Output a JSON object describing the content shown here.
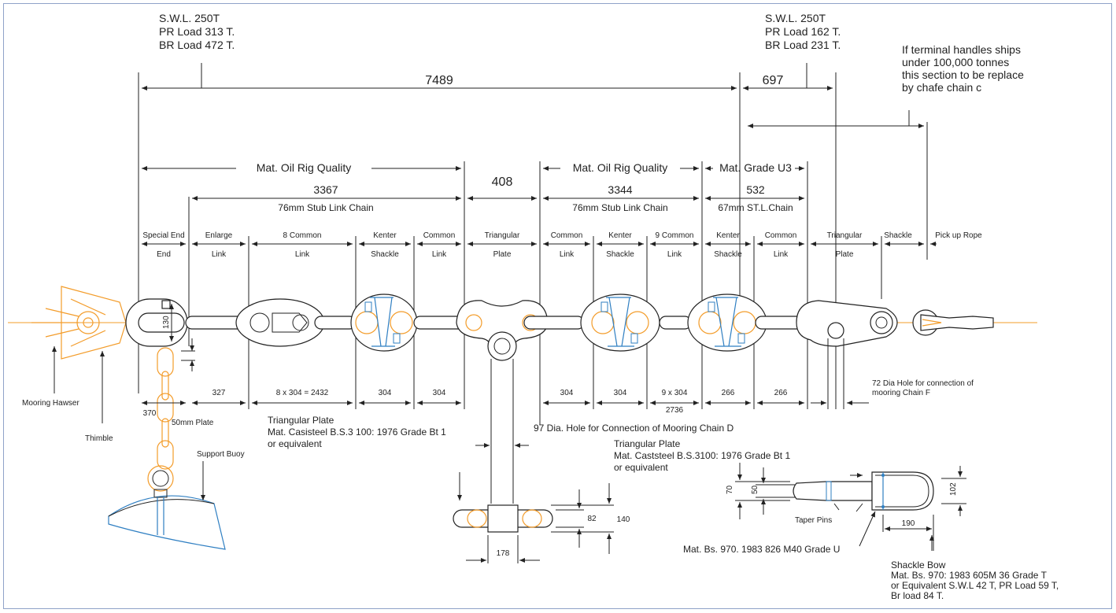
{
  "notes": {
    "left_swl": [
      "S.W.L. 250T",
      "PR Load 313 T.",
      "BR Load 472 T."
    ],
    "right_swl": [
      "S.W.L. 250T",
      "PR Load 162 T.",
      "BR Load 231 T."
    ],
    "terminal_note": [
      "If terminal handles ships",
      "under 100,000 tonnes",
      "this section to be replace",
      "by chafe chain c"
    ]
  },
  "dims_top": {
    "d7489": "7489",
    "d697": "697",
    "d408": "408"
  },
  "sections": {
    "mat1": "Mat. Oil Rig Quality",
    "mat2": "Mat. Oil Rig Quality",
    "mat3": "Mat. Grade U3",
    "len1": "3367",
    "chain1": "76mm Stub Link Chain",
    "len2": "3344",
    "chain2": "76mm Stub Link Chain",
    "len3": "532",
    "chain3": "67mm ST.L.Chain"
  },
  "components": [
    {
      "top": "Special End",
      "bottom": "End"
    },
    {
      "top": "Enlarge",
      "bottom": "Link"
    },
    {
      "top": "8 Common",
      "bottom": "Link"
    },
    {
      "top": "Kenter",
      "bottom": "Shackle"
    },
    {
      "top": "Common",
      "bottom": "Link"
    },
    {
      "top": "Triangular",
      "bottom": "Plate"
    },
    {
      "top": "Common",
      "bottom": "Link"
    },
    {
      "top": "Kenter",
      "bottom": "Shackle"
    },
    {
      "top": "9 Common",
      "bottom": "Link"
    },
    {
      "top": "Kenter",
      "bottom": "Shackle"
    },
    {
      "top": "Common",
      "bottom": "Link"
    },
    {
      "top": "Triangular",
      "bottom": "Plate"
    },
    {
      "top": "Shackle",
      "bottom": ""
    },
    {
      "top": "Pick up Rope",
      "bottom": ""
    }
  ],
  "bottom_dims": [
    "370",
    "327",
    "8 x 304 = 2432",
    "304",
    "304",
    "304",
    "304",
    "9 x 304",
    "2736",
    "266",
    "266"
  ],
  "labels": {
    "d130": "130",
    "mooring_hawser": "Mooring Hawser",
    "thimble": "Thimble",
    "plate50": "50mm Plate",
    "support_buoy": "Support Buoy",
    "tri_plate_left": [
      "Triangular Plate",
      "Mat. Casisteel B.S.3 100: 1976 Grade Bt 1",
      "or equivalent"
    ],
    "hole97": "97 Dia. Hole for Connection of Mooring Chain D",
    "tri_plate_mid": [
      "Triangular Plate",
      "Mat. Caststeel B.S.3100: 1976 Grade Bt 1",
      "or equivalent"
    ],
    "hole72": [
      "72 Dia Hole for connection of",
      "mooring Chain F"
    ],
    "d82": "82",
    "d140": "140",
    "d178": "178",
    "d70": "70",
    "d50": "50",
    "d102": "102",
    "d190": "190",
    "taper_pins": "Taper Pins",
    "mat_bs970": "Mat. Bs. 970. 1983 826 M40 Grade U",
    "shackle_bow": [
      "Shackle Bow",
      "Mat. Bs. 970: 1983 605M 36 Grade T",
      "or Equivalent S.W.L 42 T, PR Load 59 T,",
      "Br load 84 T."
    ]
  },
  "colors": {
    "accent_orange": "#f39c2a",
    "accent_blue": "#2f7fc2",
    "frame": "#8fa2c8"
  }
}
